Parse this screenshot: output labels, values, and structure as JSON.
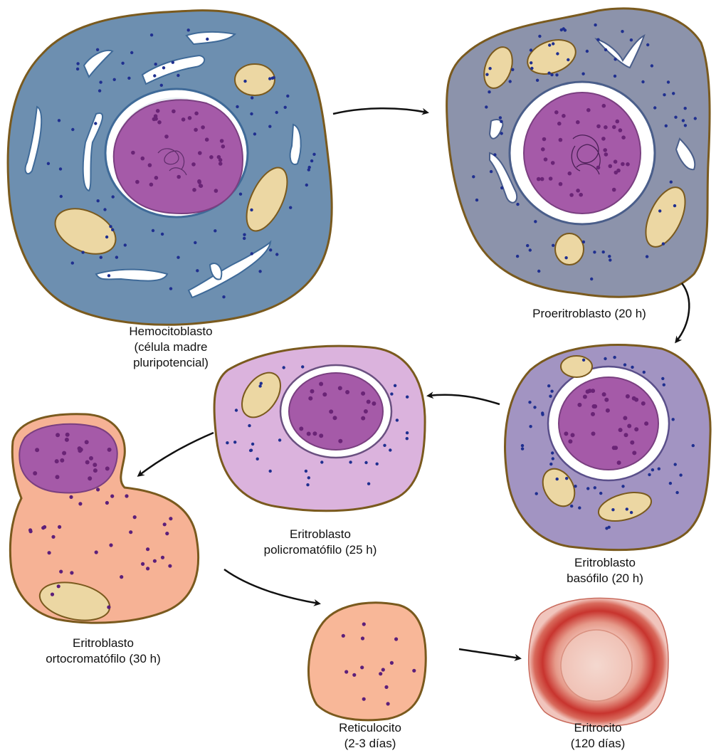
{
  "diagram": {
    "colors": {
      "outline": "#7a5a1e",
      "hemocitoblasto": "#6d8fb0",
      "proeritroblasto": "#8c93ab",
      "basofilo": "#a294c2",
      "policromatofilo": "#dbb3dd",
      "ortocromatofilo": "#f6b295",
      "reticulocito": "#f8b798",
      "eritrocito_rim": "#c22a2a",
      "eritrocito_center": "#f2c6bc",
      "nucleus": "#a55aa8",
      "nucleus_dark": "#8a3f8e",
      "granule": "#1f2f8f",
      "mitochondria": "#ecd7a3",
      "arrow": "#111111"
    },
    "stages": [
      {
        "id": "hemocitoblasto",
        "lines": [
          "Hemocitoblasto",
          "(célula madre",
          "pluripotencial)"
        ]
      },
      {
        "id": "proeritroblasto",
        "lines": [
          "Proeritroblasto (20 h)"
        ]
      },
      {
        "id": "basofilo",
        "lines": [
          "Eritroblasto",
          "basófilo (20 h)"
        ]
      },
      {
        "id": "policromatofilo",
        "lines": [
          "Eritroblasto",
          "policromatófilo (25 h)"
        ]
      },
      {
        "id": "ortocromatofilo",
        "lines": [
          "Eritroblasto",
          "ortocromatófilo (30 h)"
        ]
      },
      {
        "id": "reticulocito",
        "lines": [
          "Reticulocito",
          "(2-3 días)"
        ]
      },
      {
        "id": "eritrocito",
        "lines": [
          "Eritrocito",
          "(120 días)"
        ]
      }
    ]
  }
}
